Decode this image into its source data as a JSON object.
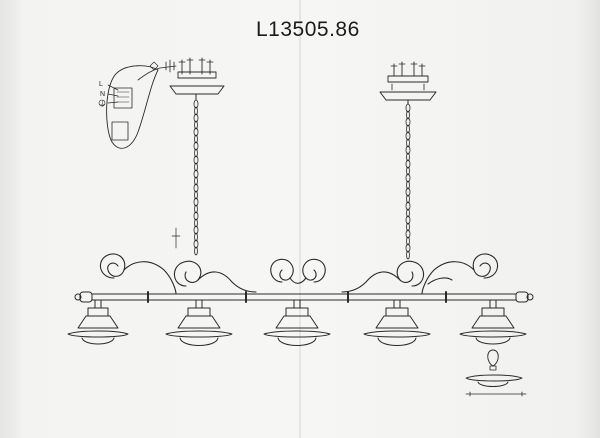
{
  "sheet": {
    "model_code": "L13505.86"
  },
  "wiring_diagram": {
    "labels": [
      "L",
      "N",
      "⏚"
    ]
  },
  "fixture": {
    "lamp_count": 5,
    "suspension_points": 2
  },
  "icons": [
    "ceiling-canopy-icon",
    "chain-icon",
    "lamp-shade-icon",
    "bulb-icon",
    "screw-icon",
    "ground-symbol-icon"
  ]
}
